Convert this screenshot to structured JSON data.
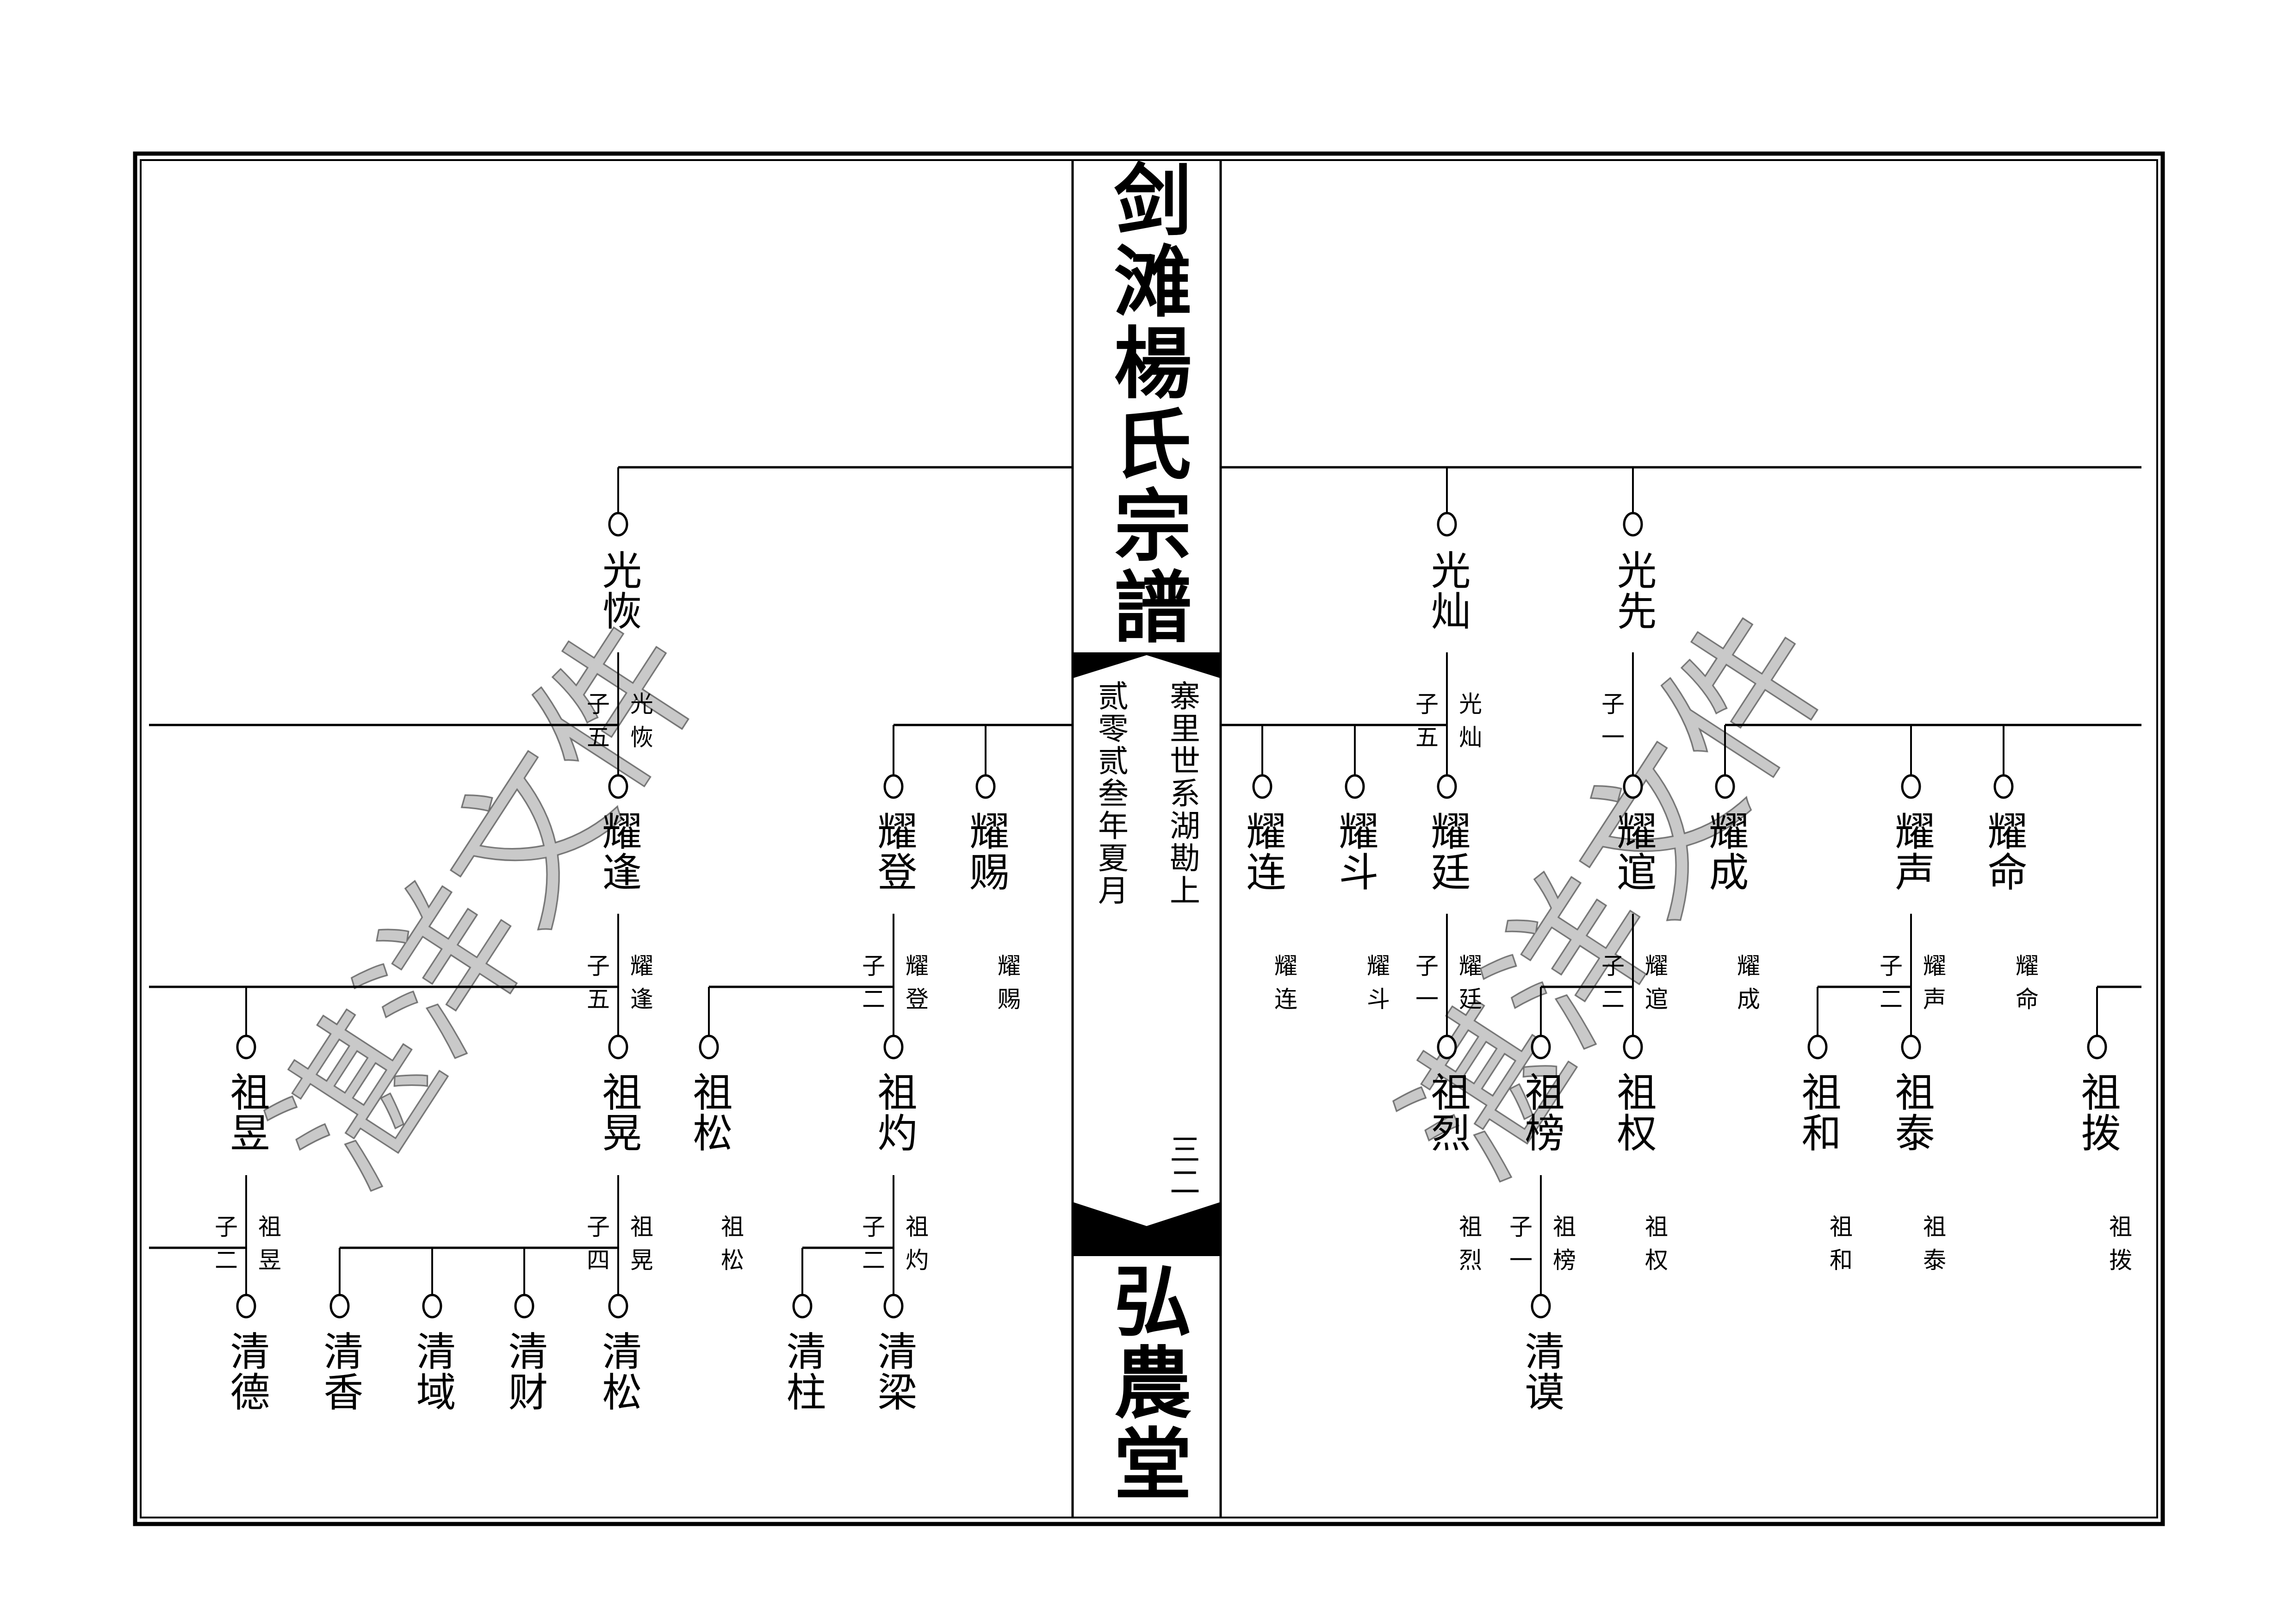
{
  "header": {
    "title": "剑滩楊氏宗譜",
    "hall": "弘農堂",
    "location": "寨里世系湖勘上",
    "date": "贰零贰叁年夏月",
    "page_number": "三二"
  },
  "watermark": "湛洋文件",
  "generations": [
    {
      "members": [
        {
          "name": "光恢",
          "sons": "子五",
          "note": "光恢"
        },
        {
          "name": "光灿",
          "sons": "子五",
          "note": "光灿"
        },
        {
          "name": "光先",
          "sons": "子一"
        }
      ]
    },
    {
      "members": [
        {
          "name": "耀逢",
          "sons": "子五",
          "note": "耀逢"
        },
        {
          "name": "耀登",
          "sons": "子二",
          "note": "耀登"
        },
        {
          "name": "耀赐",
          "note": "耀赐"
        },
        {
          "name": "耀连",
          "note": "耀连"
        },
        {
          "name": "耀斗",
          "note": "耀斗"
        },
        {
          "name": "耀廷",
          "sons": "子一",
          "note": "耀廷"
        },
        {
          "name": "耀逭",
          "sons": "子二",
          "note": "耀逭"
        },
        {
          "name": "耀成",
          "note": "耀成"
        },
        {
          "name": "耀声",
          "sons": "子二",
          "note": "耀声"
        },
        {
          "name": "耀命",
          "note": "耀命"
        }
      ]
    },
    {
      "members": [
        {
          "name": "祖昱",
          "sons": "子二",
          "note": "祖昱"
        },
        {
          "name": "祖晃",
          "sons": "子四",
          "note": "祖晃"
        },
        {
          "name": "祖松",
          "note": "祖松"
        },
        {
          "name": "祖灼",
          "sons": "子二",
          "note": "祖灼"
        },
        {
          "name": "祖烈",
          "note": "祖烈"
        },
        {
          "name": "祖榜",
          "sons": "子一",
          "note": "祖榜"
        },
        {
          "name": "祖权",
          "note": "祖权"
        },
        {
          "name": "祖和",
          "note": "祖和"
        },
        {
          "name": "祖泰",
          "note": "祖泰"
        },
        {
          "name": "祖拨",
          "note": "祖拨"
        }
      ]
    },
    {
      "members": [
        {
          "name": "清德"
        },
        {
          "name": "清香"
        },
        {
          "name": "清域"
        },
        {
          "name": "清财"
        },
        {
          "name": "清松"
        },
        {
          "name": "清柱"
        },
        {
          "name": "清梁"
        },
        {
          "name": "清谟"
        }
      ]
    }
  ]
}
